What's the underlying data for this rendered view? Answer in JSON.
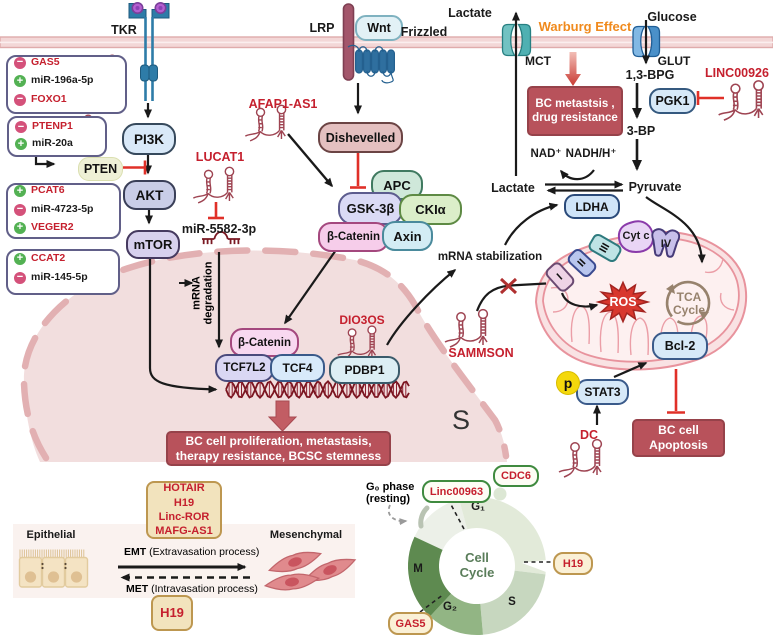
{
  "figure": {
    "title_hidden": "",
    "background": "#ffffff"
  },
  "colors": {
    "red_text": "#c5202e",
    "node_border_dark": "#2f3b4c",
    "inhibit_red": "#e03028",
    "warburg_orange": "#f08a1d",
    "dark_box_red": "#b8525b",
    "membrane_pink": "#f3d7d7",
    "rna_icon": "#9e4452",
    "comb_dark": "#7a1822",
    "cell_fill": "#f0dada",
    "mito_line": "#e899a1",
    "tca_brown": "#97826d",
    "cycle_green": "#5a7d5a"
  },
  "membrane": {
    "receptor_tkr": "TKR",
    "receptor_lrp": "LRP",
    "ligand_wnt": "Wnt",
    "receptor_frizzled": "Frizzled",
    "channel_mct": "MCT",
    "channel_glut": "GLUT",
    "lactate_out": "Lactate",
    "glucose": "Glucose",
    "warburg": "Warburg Effect"
  },
  "regulator_boxes": {
    "box1": {
      "rows": [
        {
          "sign": "minus",
          "label": "GAS5"
        },
        {
          "sign": "plus",
          "label": "miR-196a-5p"
        },
        {
          "sign": "minus",
          "label": "FOXO1"
        }
      ]
    },
    "box2": {
      "rows": [
        {
          "sign": "minus",
          "label": "PTENP1"
        },
        {
          "sign": "plus",
          "label": "miR-20a"
        }
      ]
    },
    "box3": {
      "rows": [
        {
          "sign": "plus",
          "label": "PCAT6"
        },
        {
          "sign": "minus",
          "label": "miR-4723-5p"
        },
        {
          "sign": "plus",
          "label": "VEGER2"
        }
      ]
    },
    "box4": {
      "rows": [
        {
          "sign": "plus",
          "label": "CCAT2"
        },
        {
          "sign": "minus",
          "label": "miR-145-5p"
        }
      ]
    }
  },
  "pi3k_axis": {
    "pi3k": "PI3K",
    "akt": "AKT",
    "mtor": "mTOR",
    "pten": "PTEN",
    "lucat1": "LUCAT1",
    "mir5582": "miR-5582-3p",
    "mrna_deg_line1": "mRNA",
    "mrna_deg_line2": "degradation"
  },
  "wnt_axis": {
    "afap1as1": "AFAP1-AS1",
    "dishevelled": "Dishevelled",
    "apc": "APC",
    "gsk3b": "GSK-3β",
    "cki": "CKIα",
    "bcatenin_complex": "β-Catenin",
    "axin": "Axin",
    "bcatenin_nucleus": "β-Catenin",
    "tcf7l2": "TCF7L2",
    "tcf4": "TCF4",
    "pdbp1": "PDBP1",
    "dio3os": "DIO3OS",
    "s_letter": "S"
  },
  "glycolysis": {
    "bpg": "1,3-BPG",
    "pgk1": "PGK1",
    "linc00926": "LINC00926",
    "bp3": "3-BP",
    "nad": "NAD⁺",
    "nadh": "NADH/H⁺",
    "lactate": "Lactate",
    "pyruvate": "Pyruvate",
    "ldha": "LDHA",
    "mrna_stab": "mRNA stabilization"
  },
  "mitochondria": {
    "c1": "I",
    "c2": "II",
    "c3": "III",
    "c4": "IV",
    "cytc": "Cyt c",
    "ros": "ROS",
    "tca_line1": "TCA",
    "tca_line2": "Cycle",
    "bcl2": "Bcl-2",
    "sammson": "SAMMSON",
    "stat3": "STAT3",
    "p_badge": "p",
    "dc": "DC"
  },
  "outcome_boxes": {
    "metastasis": {
      "line1": "BC metastsis ,",
      "line2": "drug resistance"
    },
    "proliferation": {
      "line1": "BC  cell proliferation, metastasis,",
      "line2": "therapy resistance, BCSC stemness"
    },
    "apoptosis": {
      "line1": "BC cell",
      "line2": "Apoptosis"
    }
  },
  "emt": {
    "lnc_box": {
      "line1": "HOTAIR",
      "line2": "H19",
      "line3": "Linc-ROR",
      "line4": "MAFG-AS1"
    },
    "epithelial": "Epithelial",
    "mesenchymal": "Mesenchymal",
    "emt_bold": "EMT",
    "emt_rest": " (Extravasation process)",
    "met_bold": "MET",
    "met_rest": " (Intravasation process)",
    "h19_box": "H19"
  },
  "cell_cycle": {
    "center_line1": "Cell",
    "center_line2": "Cycle",
    "g0_line1": "G₀ phase",
    "g0_line2": "(resting)",
    "g1": "G₁",
    "s": "S",
    "g2": "G₂",
    "m": "M",
    "linc00963": "Linc00963",
    "cdc6": "CDC6",
    "h19": "H19",
    "gas5": "GAS5"
  }
}
